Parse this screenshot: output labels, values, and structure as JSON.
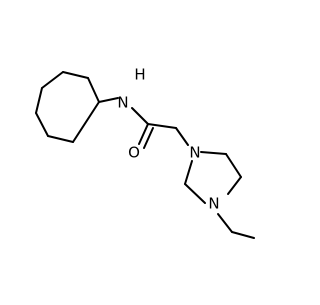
{
  "diagram": {
    "type": "chemical-structure",
    "atom_labels": {
      "amide_nitrogen": "N",
      "amide_hydrogen": "H",
      "carbonyl_oxygen": "O",
      "piperazine_n1": "N",
      "piperazine_n4": "N"
    },
    "colors": {
      "bond": "#000000",
      "label": "#000000",
      "background": "#ffffff"
    }
  }
}
